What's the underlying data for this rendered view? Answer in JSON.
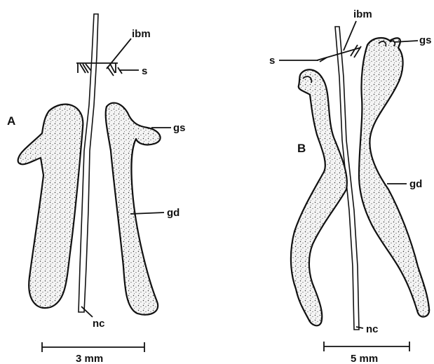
{
  "panels": [
    {
      "id": "A",
      "label": "A",
      "labels": {
        "ibm": "ibm",
        "s": "s",
        "gs": "gs",
        "gd": "gd",
        "nc": "nc"
      },
      "scale_bar": "3 mm"
    },
    {
      "id": "B",
      "label": "B",
      "labels": {
        "ibm": "ibm",
        "s": "s",
        "gs": "gs",
        "gd": "gd",
        "nc": "nc"
      },
      "scale_bar": "5 mm"
    }
  ],
  "colors": {
    "ink": "#111111",
    "background": "#ffffff"
  }
}
